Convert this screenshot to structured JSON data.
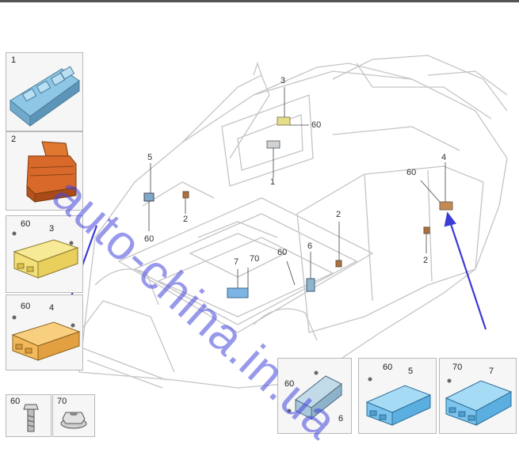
{
  "panels": {
    "p1": {
      "label": "1"
    },
    "p2": {
      "label": "2"
    },
    "p3": {
      "label": "3",
      "fastener": "60"
    },
    "p4": {
      "label": "4",
      "fastener": "60"
    },
    "p60": {
      "label": "60"
    },
    "p70": {
      "label": "70"
    },
    "p6": {
      "label": "6",
      "fastener": "60"
    },
    "p5": {
      "label": "5",
      "fastener": "60"
    },
    "p7": {
      "label": "7",
      "fastener": "70"
    }
  },
  "callouts": {
    "c3": "3",
    "c60a": "60",
    "c5": "5",
    "c1": "1",
    "c2a": "2",
    "c60b": "60",
    "c7": "7",
    "c70": "70",
    "c60c": "60",
    "c6": "6",
    "c2b": "2",
    "c60d": "60",
    "c4": "4",
    "c2c": "2"
  },
  "watermark": "auto-china.in.ua",
  "colors": {
    "switch_blue": "#8ec6e6",
    "switch_orange": "#e0782f",
    "module_yellow": "#f4e07a",
    "module_orange": "#f2b95a",
    "module_blue": "#7cc4ee",
    "module_gray": "#a9c7db",
    "arrow": "#3b3bd6",
    "car_line": "#c9c9c9"
  }
}
